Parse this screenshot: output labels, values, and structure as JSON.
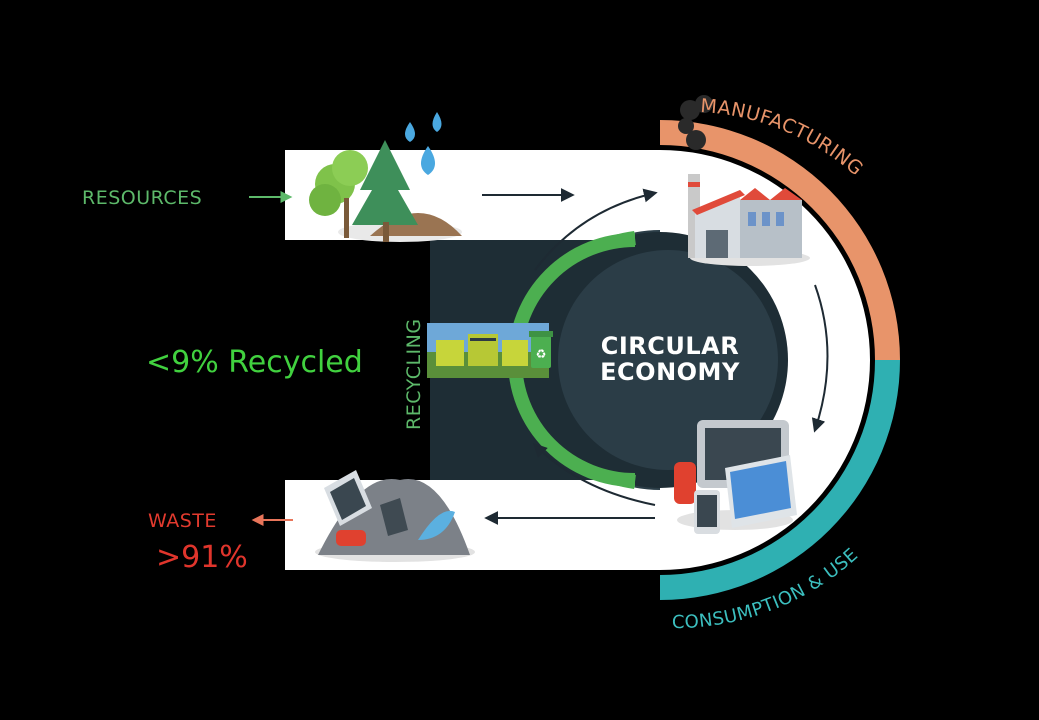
{
  "labels": {
    "resources": "RESOURCES",
    "manufacturing": "MANUFACTURING",
    "consumption": "CONSUMPTION & USE",
    "recycling": "RECYCLING",
    "waste": "WASTE",
    "waste_pct": ">91%",
    "recycled_pct": "<9% Recycled",
    "center_line1": "CIRCULAR",
    "center_line2": "ECONOMY"
  },
  "colors": {
    "background": "#000000",
    "manufacturing_arc": "#e8946a",
    "consumption_arc": "#2fb0b2",
    "recycling_arc": "#4caf50",
    "center_disc": "#2b3d47",
    "white_band": "#ffffff",
    "resources_text": "#5db96a",
    "waste_text": "#e23a2e",
    "recycled_text": "#41d13f"
  },
  "icons": [
    "water-drops-icon",
    "trees-icon",
    "factory-icon",
    "smoke-icon",
    "devices-icon",
    "waste-pile-icon",
    "recycling-plant-icon",
    "recycle-bin-icon"
  ]
}
